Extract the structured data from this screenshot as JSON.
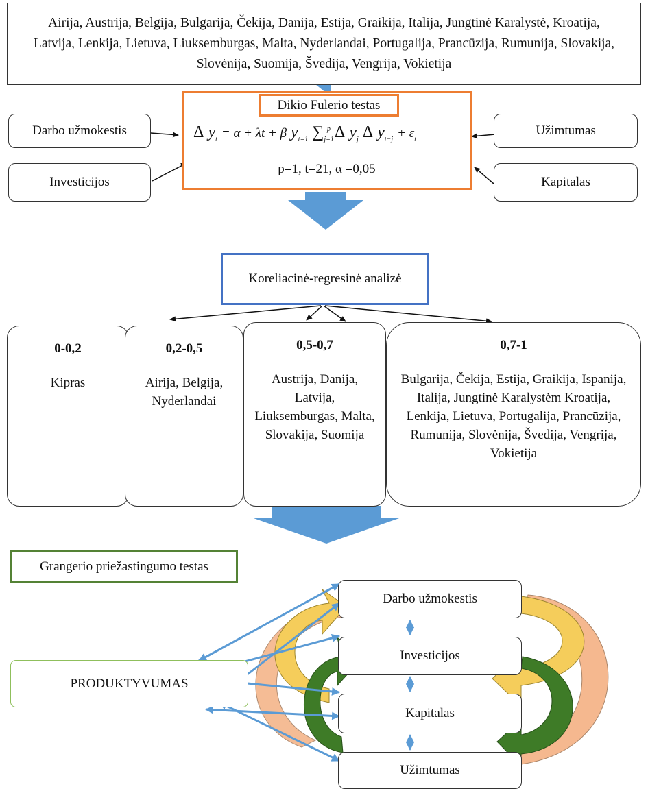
{
  "countries_box": {
    "text": "Airija, Austrija, Belgija, Bulgarija, Čekija, Danija, Estija, Graikija, Italija, Jungtinė Karalystė, Kroatija, Latvija, Lenkija, Lietuva, Liuksemburgas, Malta, Nyderlandai, Portugalija, Prancūzija, Rumunija, Slovakija, Slovėnija, Suomija, Švedija, Vengrija, Vokietija"
  },
  "dickey_fuller": {
    "title": "Dikio Fulerio testas",
    "params": "p=1, t=21, α =0,05"
  },
  "side_variables": {
    "left_top": "Darbo užmokestis",
    "left_bottom": "Investicijos",
    "right_top": "Užimtumas",
    "right_bottom": "Kapitalas"
  },
  "correlation": {
    "title": "Koreliacinė-regresinė analizė",
    "groups": [
      {
        "range": "0-0,2",
        "countries": "Kipras"
      },
      {
        "range": "0,2-0,5",
        "countries": "Airija, Belgija, Nyderlandai"
      },
      {
        "range": "0,5-0,7",
        "countries": "Austrija, Danija, Latvija, Liuksemburgas, Malta, Slovakija, Suomija"
      },
      {
        "range": "0,7-1",
        "countries": "Bulgarija, Čekija, Estija, Graikija, Ispanija, Italija, Jungtinė Karalystėm Kroatija, Lenkija, Lietuva, Portugalija, Prancūzija, Rumunija, Slovėnija, Švedija, Vengrija, Vokietija"
      }
    ]
  },
  "granger": {
    "title": "Grangerio priežastingumo testas",
    "target": "PRODUKTYVUMAS",
    "factors": [
      "Darbo užmokestis",
      "Investicijos",
      "Kapitalas",
      "Užimtumas"
    ]
  },
  "colors": {
    "orange": "#ED7D31",
    "blue_box": "#4472C4",
    "green_box": "#548235",
    "arrow_blue": "#5B9BD5",
    "light_blue": "#9DC3E6",
    "yellow": "#F5CD5B",
    "peach": "#F4B183",
    "dark_green": "#3E7B27"
  }
}
